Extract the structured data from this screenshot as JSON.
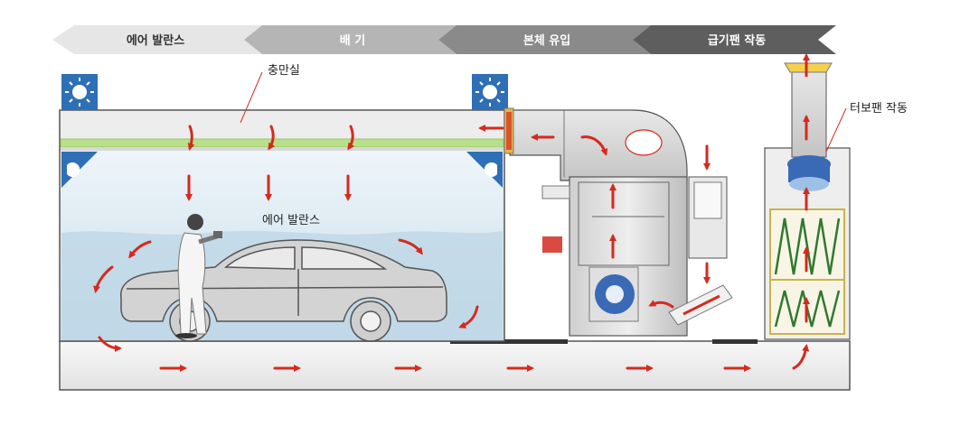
{
  "steps": [
    {
      "label": "에어 발란스",
      "color": "#e6e6e6",
      "text_color": "#333333"
    },
    {
      "label": "배 기",
      "color": "#b5b5b5",
      "text_color": "#ffffff"
    },
    {
      "label": "본체 유입",
      "color": "#8a8a8a",
      "text_color": "#ffffff"
    },
    {
      "label": "급기팬 작동",
      "color": "#5e5e5e",
      "text_color": "#ffffff"
    }
  ],
  "labels": {
    "plenum": "충만실",
    "air_balance": "에어 발란스",
    "turbo_fan": "터보팬 작동"
  },
  "colors": {
    "arrow": "#d42a1e",
    "booth_glass": "#dbe9f2",
    "filter_green": "#b8e08a",
    "frame": "#555555",
    "light_blue": "#2f6fb5"
  },
  "icons": [
    "light-icon",
    "vent-icon",
    "fan-icon",
    "car-icon",
    "painter-icon"
  ]
}
